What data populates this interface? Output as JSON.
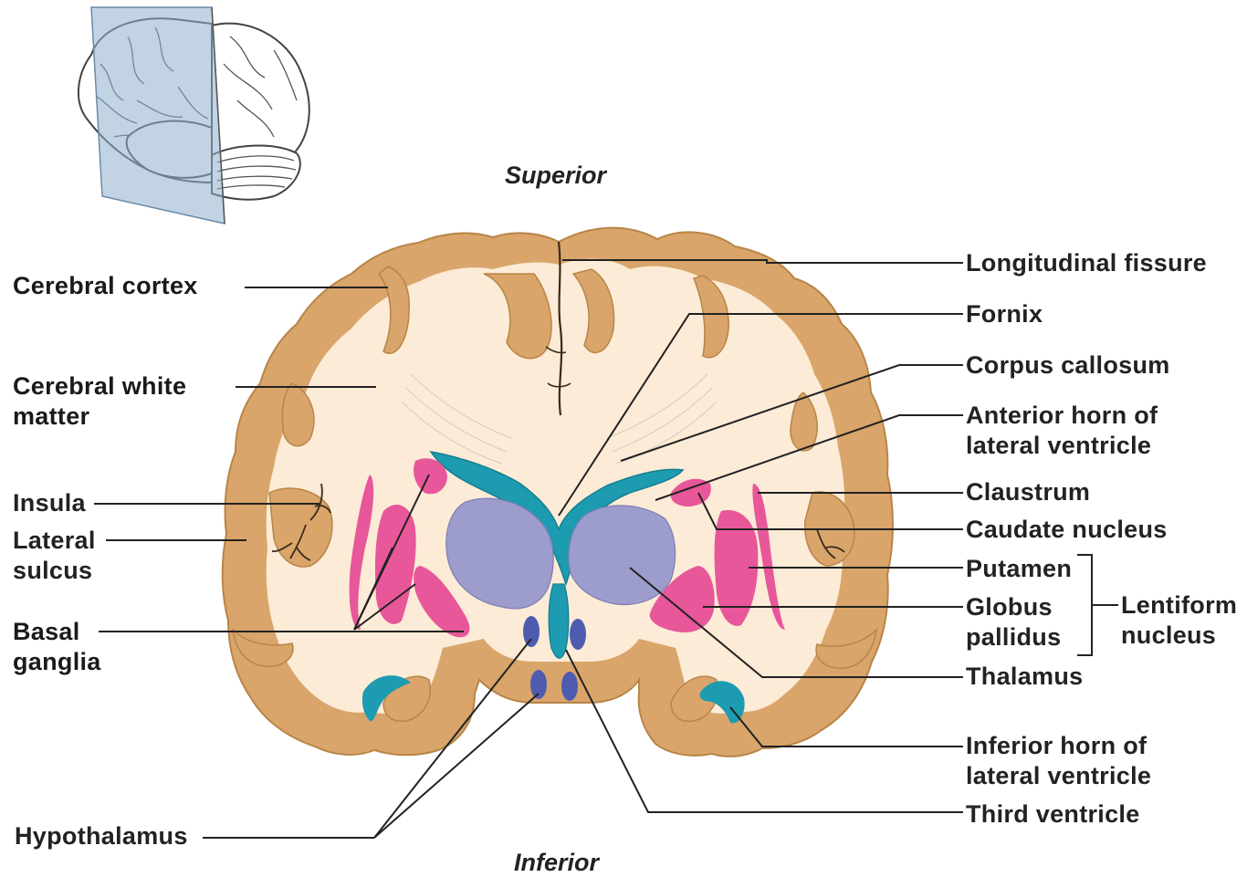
{
  "orientation": {
    "superior": "Superior",
    "inferior": "Inferior"
  },
  "labels_left": {
    "cerebral_cortex": "Cerebral cortex",
    "cerebral_white_matter": "Cerebral white\nmatter",
    "insula": "Insula",
    "lateral_sulcus": "Lateral\nsulcus",
    "basal_ganglia": "Basal\nganglia",
    "hypothalamus": "Hypothalamus"
  },
  "labels_right": {
    "longitudinal_fissure": "Longitudinal fissure",
    "fornix": "Fornix",
    "corpus_callosum": "Corpus callosum",
    "anterior_horn": "Anterior horn of\nlateral ventricle",
    "claustrum": "Claustrum",
    "caudate_nucleus": "Caudate nucleus",
    "putamen": "Putamen",
    "globus_pallidus": "Globus\npallidus",
    "lentiform_nucleus": "Lentiform\nnucleus",
    "thalamus": "Thalamus",
    "inferior_horn": "Inferior horn of\nlateral ventricle",
    "third_ventricle": "Third ventricle"
  },
  "colors": {
    "cortex_gray_matter": "#d9a56a",
    "white_matter": "#fcebd6",
    "ventricle": "#1d9bb0",
    "basal_nuclei": "#e8579a",
    "thalamus": "#9c9ccd",
    "hypothalamus": "#4e5cb0",
    "leader_line": "#222222",
    "plane": "#8fb0cc"
  }
}
